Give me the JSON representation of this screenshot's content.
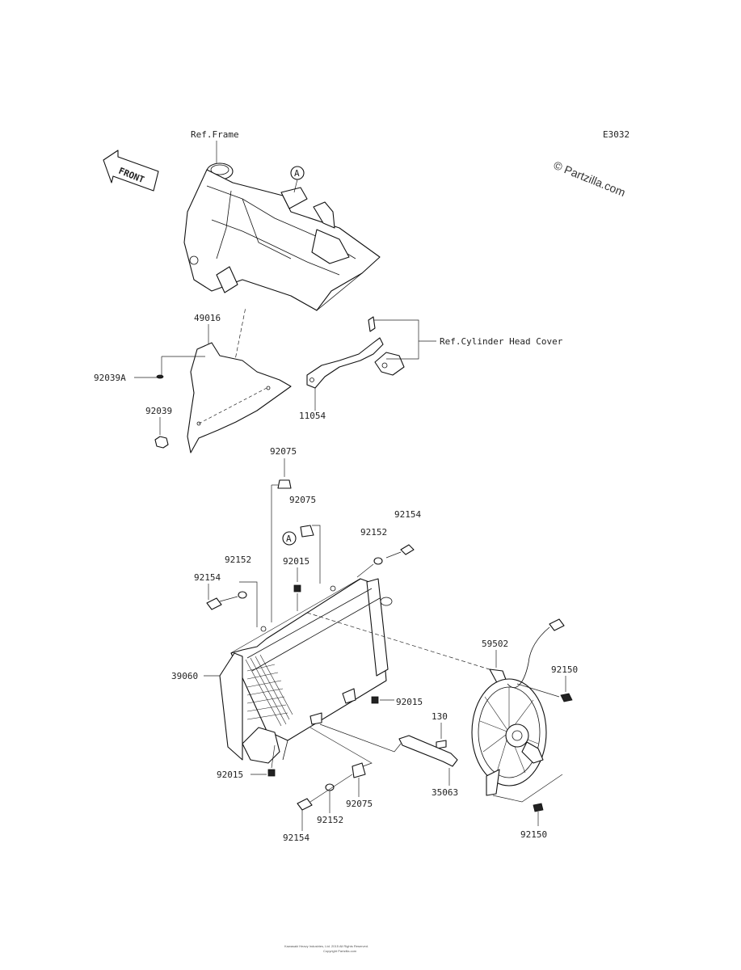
{
  "diagram": {
    "code": "E3032",
    "watermark": "© Partzilla.com",
    "front_arrow": "FRONT",
    "ref_frame": "Ref.Frame",
    "ref_cylinder_head": "Ref.Cylinder Head Cover",
    "callout_a": "A",
    "footer_line1": "Kawasaki Heavy Industries, Ltd. 2015 All Rights Reserved.",
    "footer_line2": "Copyright Partzilla.com"
  },
  "parts": {
    "p49016": "49016",
    "p92039a": "92039A",
    "p92039": "92039",
    "p11054": "11054",
    "p92075_top": "92075",
    "p92075_mid": "92075",
    "p92154_tr": "92154",
    "p92152_tr": "92152",
    "p92152_l": "92152",
    "p92015_top": "92015",
    "p92154_l": "92154",
    "p39060": "39060",
    "p59502": "59502",
    "p92150_r": "92150",
    "p92015_mid": "92015",
    "p130": "130",
    "p92015_low": "92015",
    "p35063": "35063",
    "p92075_low": "92075",
    "p92152_low": "92152",
    "p92154_low": "92154",
    "p92150_b": "92150"
  }
}
